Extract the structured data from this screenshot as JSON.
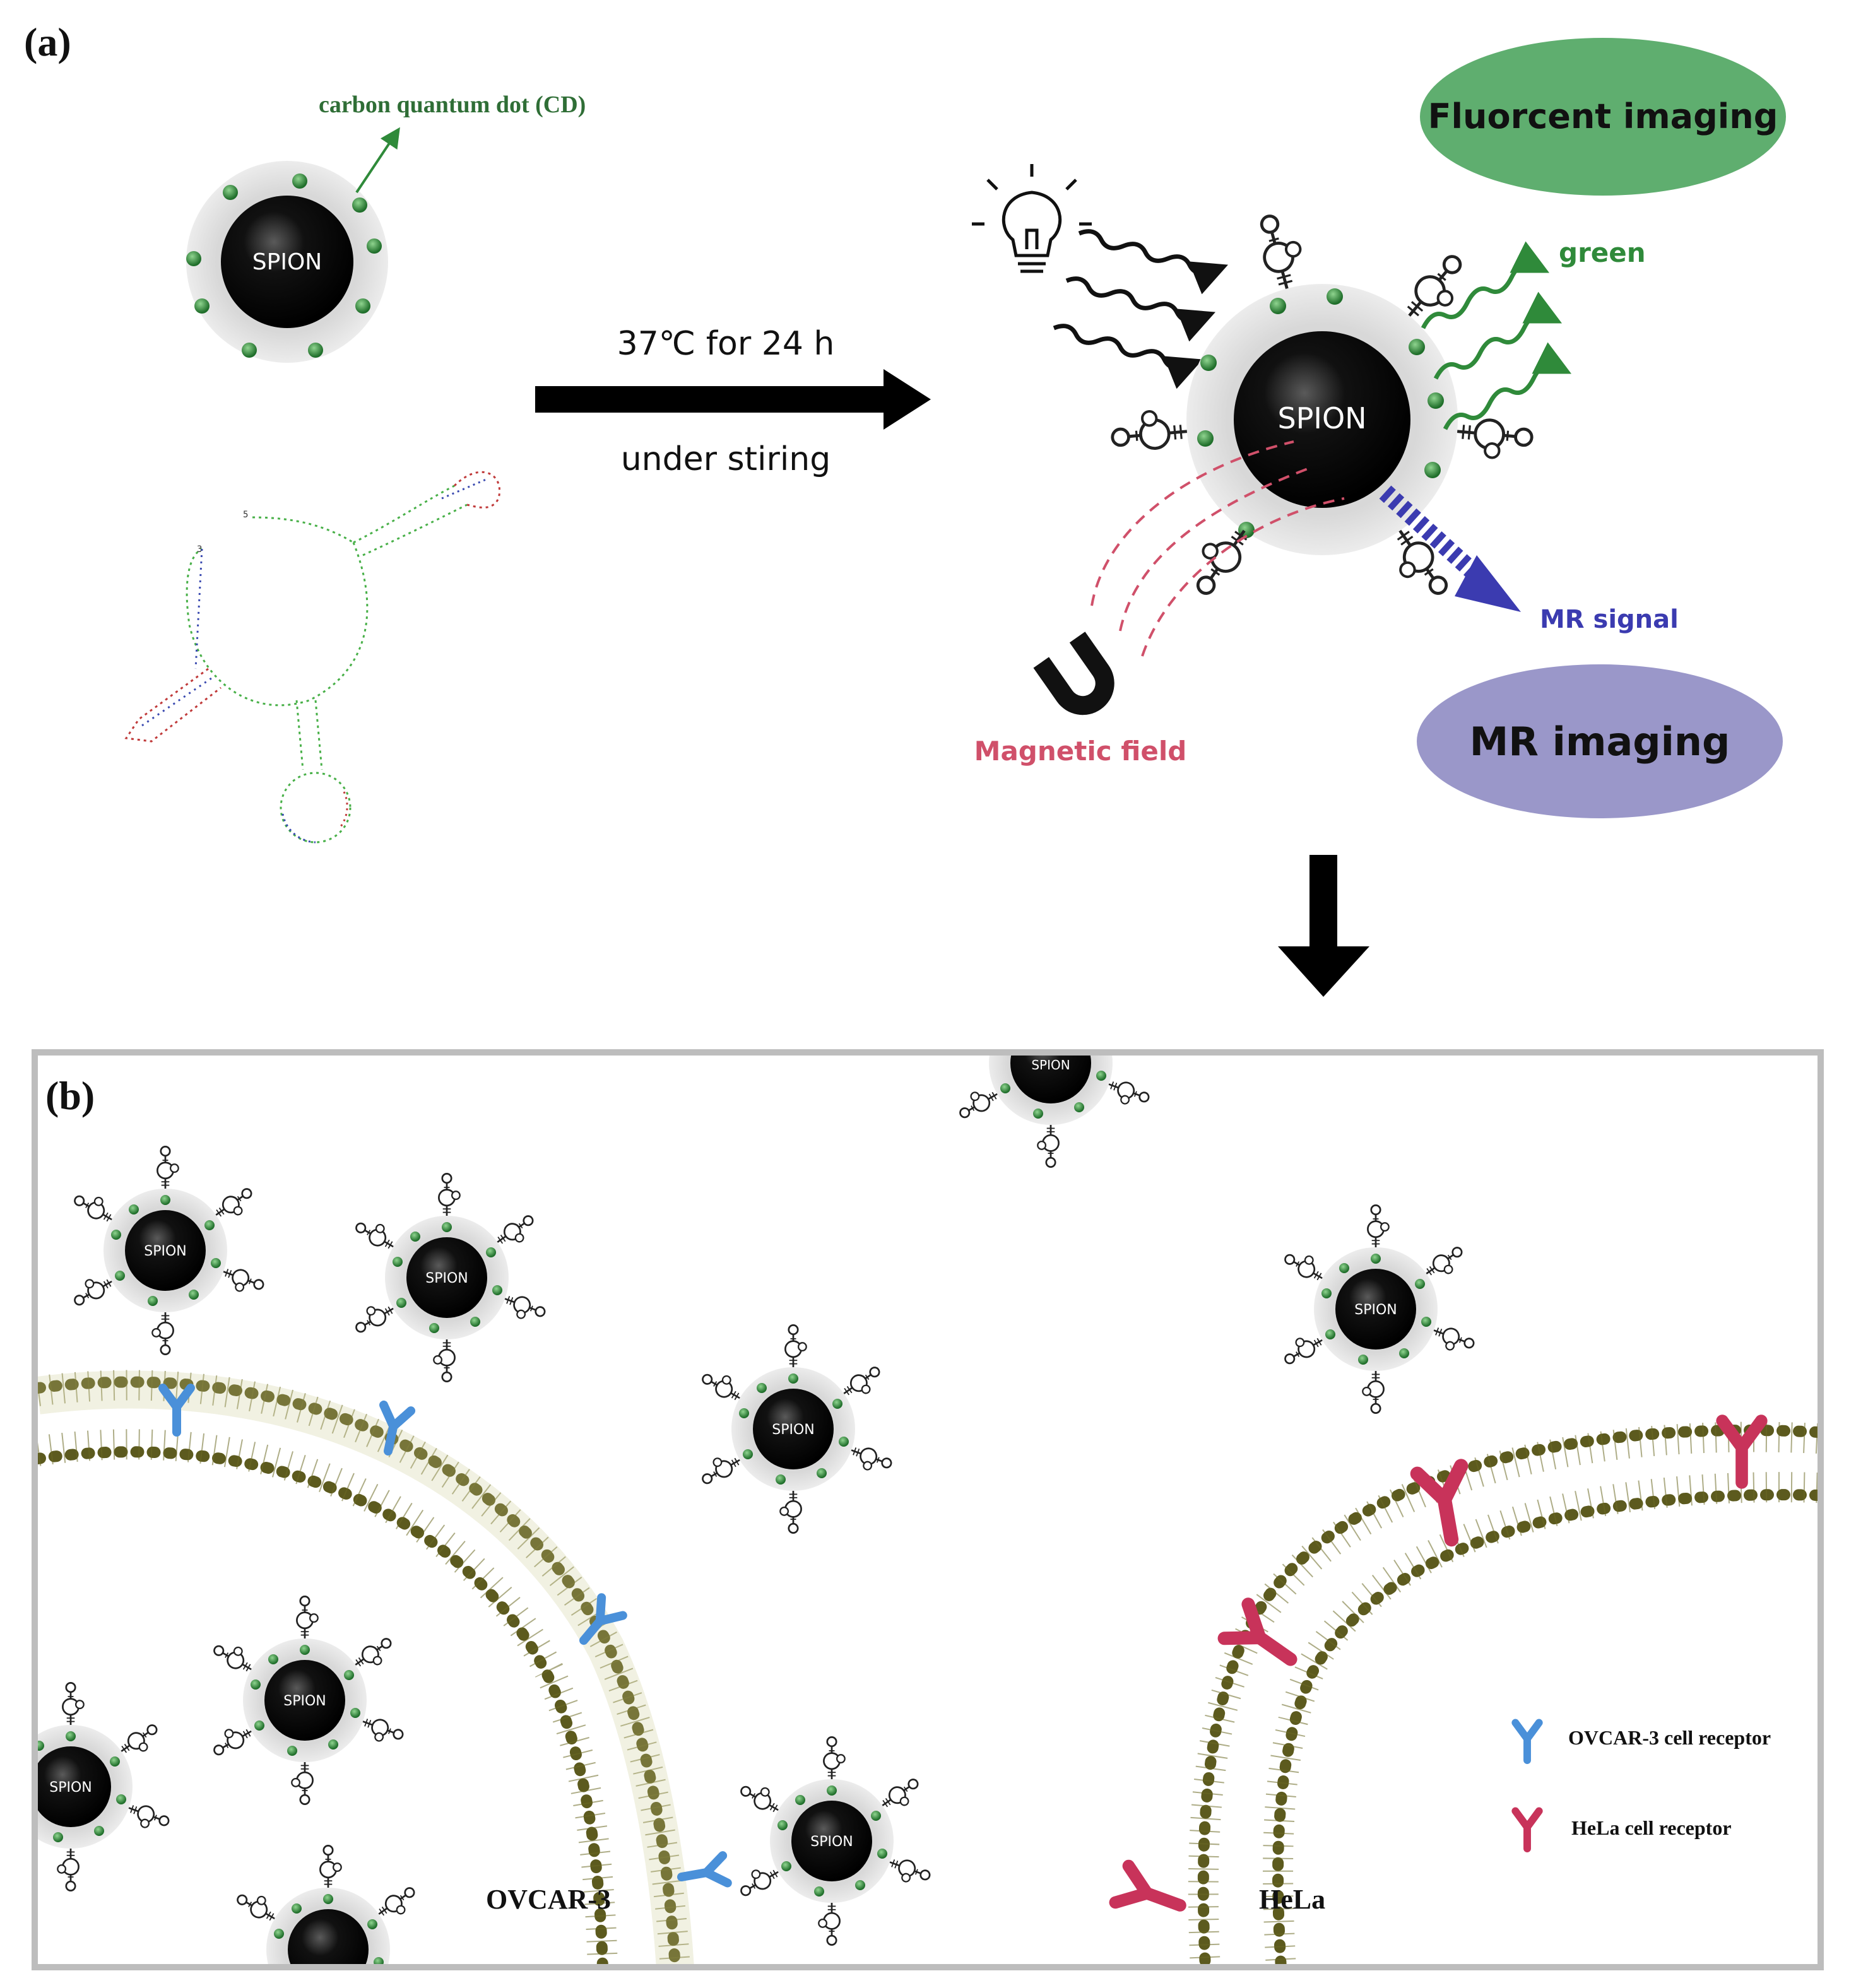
{
  "panel_a": {
    "label": "(a)",
    "cd_label": "carbon quantum dot (CD)",
    "spion_label": "SPION",
    "step_top": "37℃ for 24 h",
    "step_bottom": "under stiring",
    "fluor_label": "Fluorcent imaging",
    "green_label": "green",
    "mr_signal_label": "MR signal",
    "mr_imaging_label": "MR imaging",
    "magnetic_label": "Magnetic field",
    "aptamer_5prime": "5",
    "aptamer_3prime": "3"
  },
  "panel_b": {
    "label": "(b)",
    "spion_label": "SPION",
    "ovcar_label": "OVCAR-3",
    "hela_label": "HeLa",
    "legend": {
      "ovcar_receptor": "OVCAR-3 cell receptor",
      "hela_receptor": "HeLa cell receptor"
    }
  },
  "colors": {
    "cd_green": "#2f8a3a",
    "fluor_ellipse": "#5fae6f",
    "mr_ellipse": "#9a97c9",
    "mr_signal": "#3b3bb0",
    "magnetic": "#d0506a",
    "membrane": "#5c5a1e",
    "ovcar_receptor": "#4a90d9",
    "hela_receptor": "#c8335a"
  },
  "icons": [
    "light-bulb-icon",
    "magnet-icon",
    "down-arrow-icon",
    "right-arrow-icon"
  ]
}
